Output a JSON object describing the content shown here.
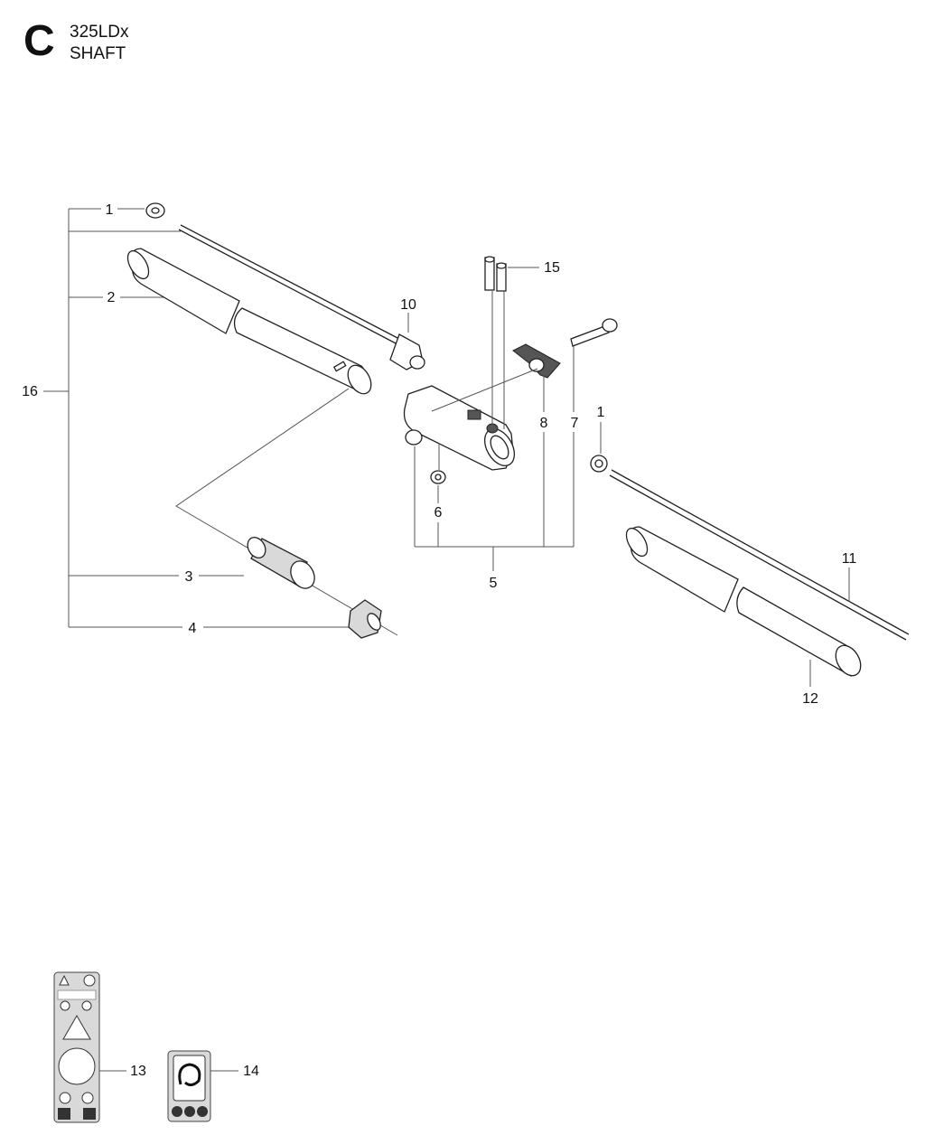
{
  "header": {
    "section_letter": "C",
    "model": "325LDx",
    "subtitle": "SHAFT"
  },
  "callouts": [
    {
      "id": "c1a",
      "label": "1"
    },
    {
      "id": "c2",
      "label": "2"
    },
    {
      "id": "c10",
      "label": "10"
    },
    {
      "id": "c15",
      "label": "15"
    },
    {
      "id": "c16",
      "label": "16"
    },
    {
      "id": "c8",
      "label": "8"
    },
    {
      "id": "c7",
      "label": "7"
    },
    {
      "id": "c1b",
      "label": "1"
    },
    {
      "id": "c6",
      "label": "6"
    },
    {
      "id": "c5",
      "label": "5"
    },
    {
      "id": "c11",
      "label": "11"
    },
    {
      "id": "c3",
      "label": "3"
    },
    {
      "id": "c4",
      "label": "4"
    },
    {
      "id": "c12",
      "label": "12"
    },
    {
      "id": "c13",
      "label": "13"
    },
    {
      "id": "c14",
      "label": "14"
    }
  ],
  "colors": {
    "line": "#555555",
    "part_stroke": "#222222",
    "decal_fill": "#d9d9d9"
  }
}
